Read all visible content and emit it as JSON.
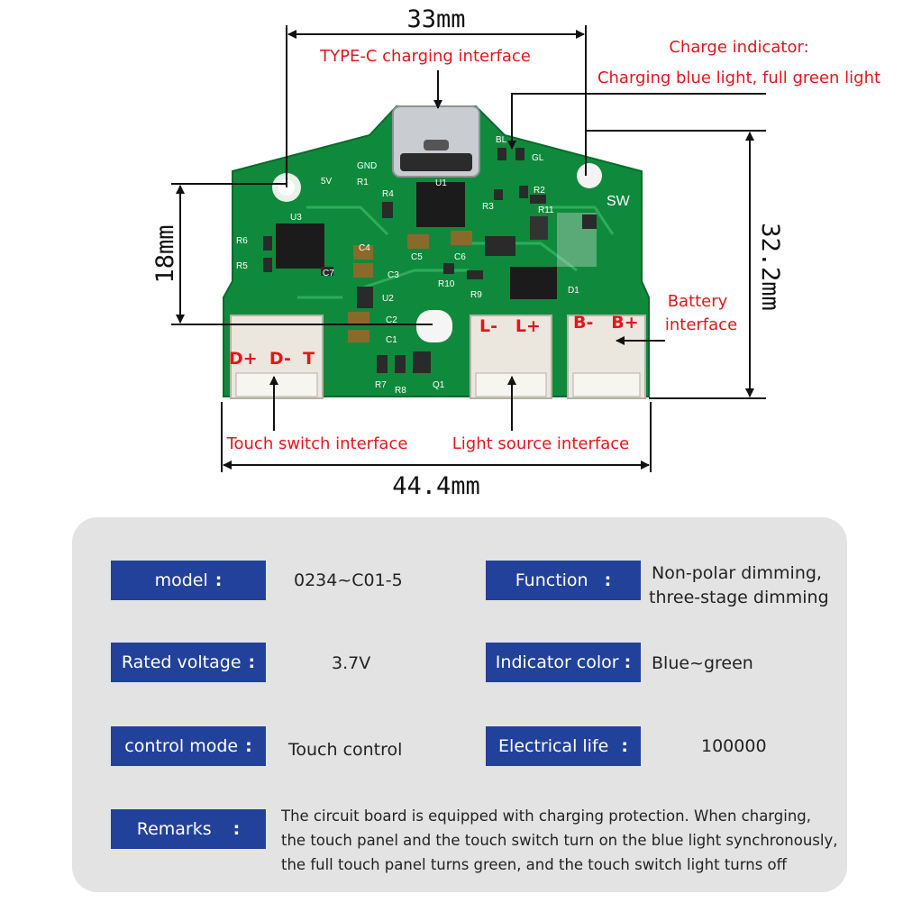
{
  "dimensions": {
    "width_top": "33mm",
    "height_right": "32.2mm",
    "height_left": "18mm",
    "width_bottom": "44.4mm"
  },
  "callouts": {
    "typec": "TYPE-C charging interface",
    "charge_indicator_title": "Charge indicator:",
    "charge_indicator_desc": "Charging blue light, full green light",
    "battery_line1": "Battery",
    "battery_line2": "interface",
    "touch_switch": "Touch switch interface",
    "light_source": "Light source interface"
  },
  "pins": {
    "touch": "D+  D-  T",
    "light": "L-   L+",
    "battery": "B-   B+"
  },
  "silkscreen": [
    "GND",
    "5V",
    "R1",
    "U1",
    "R4",
    "R2",
    "R3",
    "R11",
    "SW",
    "U3",
    "R6",
    "R5",
    "C4",
    "C7",
    "C3",
    "C5",
    "C6",
    "R10",
    "R9",
    "D1",
    "U2",
    "C2",
    "C1",
    "R7",
    "R8",
    "Q1",
    "BL",
    "GL"
  ],
  "specs": {
    "model_label": "model",
    "model_value": "0234~C01-5",
    "function_label": "Function",
    "function_value_1": "Non-polar dimming,",
    "function_value_2": "three-stage dimming",
    "rated_voltage_label": "Rated voltage",
    "rated_voltage_value": "3.7V",
    "indicator_color_label": "Indicator color",
    "indicator_color_value": "Blue~green",
    "control_mode_label": "control mode",
    "control_mode_value": "Touch control",
    "electrical_life_label": "Electrical life",
    "electrical_life_value": "100000",
    "remarks_label": "Remarks",
    "remarks_line1": "The circuit board is equipped with charging protection. When charging,",
    "remarks_line2": "the touch panel and the touch switch turn on the blue light synchronously,",
    "remarks_line3": "the full touch panel turns green, and the touch switch light turns off",
    "colon": ":"
  },
  "colors": {
    "pcb": "#0f8a3c",
    "label_red": "#e8141b",
    "tag_blue": "#22419b",
    "panel_gray": "#e3e3e3"
  }
}
